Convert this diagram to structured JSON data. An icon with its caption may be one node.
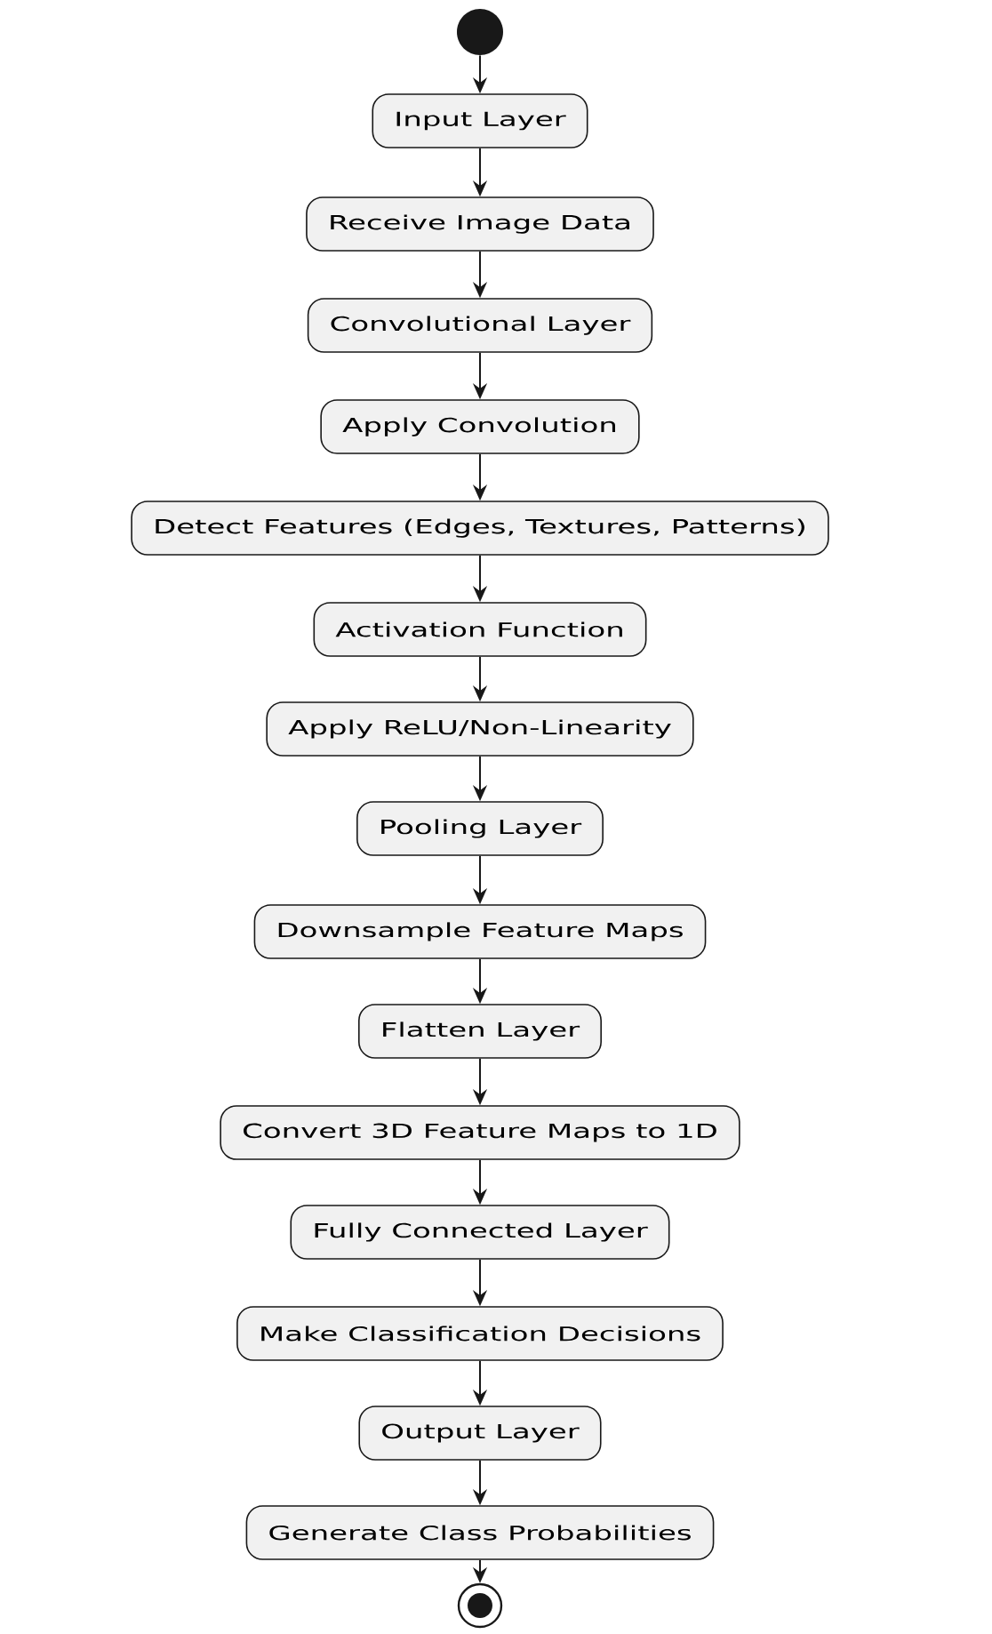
{
  "diagram": {
    "nodes": [
      {
        "text": [],
        "shape": "circle"
      },
      {
        "text": [
          "Input Layer"
        ]
      },
      {
        "text": [
          "Receive Image Data"
        ]
      },
      {
        "text": [
          "Convolutional Layer"
        ]
      },
      {
        "text": [
          "Apply Convolution"
        ]
      },
      {
        "text": [
          "Detect Features (Edges, Textures, Patterns)"
        ]
      },
      {
        "text": [
          "Activation Function"
        ]
      },
      {
        "text": [
          "Apply ReLU/Non-Linearity"
        ]
      },
      {
        "text": [
          "Pooling Layer"
        ]
      },
      {
        "text": [
          "Downsample Feature Maps"
        ]
      },
      {
        "text": [
          "Flatten Layer"
        ]
      },
      {
        "text": [
          "Convert 3D Feature Maps to 1D"
        ]
      },
      {
        "text": [
          "Fully Connected Layer"
        ]
      },
      {
        "text": [
          "Make Classification Decisions"
        ]
      },
      {
        "text": [
          "Output Layer"
        ]
      },
      {
        "text": [
          "Generate Class Probabilities"
        ]
      },
      {
        "text": [],
        "shape": "bullseye"
      }
    ],
    "edges": [
      {
        "from": 0,
        "to": 1,
        "arrow": "to"
      },
      {
        "from": 1,
        "to": 2,
        "arrow": "to"
      },
      {
        "from": 2,
        "to": 3,
        "arrow": "to"
      },
      {
        "from": 3,
        "to": 4,
        "arrow": "to"
      },
      {
        "from": 4,
        "to": 5,
        "arrow": "to"
      },
      {
        "from": 5,
        "to": 6,
        "arrow": "to"
      },
      {
        "from": 6,
        "to": 7,
        "arrow": "to"
      },
      {
        "from": 7,
        "to": 8,
        "arrow": "to"
      },
      {
        "from": 8,
        "to": 9,
        "arrow": "to"
      },
      {
        "from": 9,
        "to": 10,
        "arrow": "to"
      },
      {
        "from": 10,
        "to": 11,
        "arrow": "to"
      },
      {
        "from": 11,
        "to": 12,
        "arrow": "to"
      },
      {
        "from": 12,
        "to": 13,
        "arrow": "to"
      },
      {
        "from": 13,
        "to": 14,
        "arrow": "to"
      },
      {
        "from": 14,
        "to": 15,
        "arrow": "to"
      },
      {
        "from": 15,
        "to": 16,
        "arrow": "to"
      }
    ]
  }
}
